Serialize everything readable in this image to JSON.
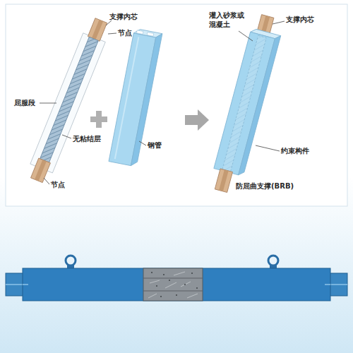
{
  "diagram": {
    "labels": [
      "支撑内芯",
      "节点",
      "屈服段",
      "无粘结层",
      "节点",
      "钢管",
      "灌入砂浆或 混凝土",
      "支撑内芯",
      "约束构件",
      "防屈曲支撑(BRB)"
    ]
  }
}
